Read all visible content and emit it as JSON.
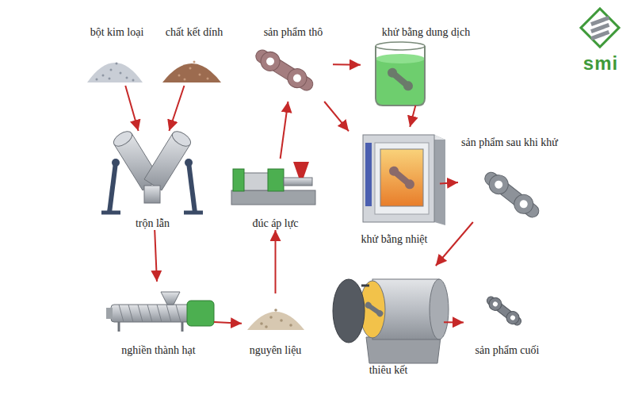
{
  "diagram": {
    "nodes": [
      {
        "text": [
          "bột kim loại"
        ]
      },
      {
        "text": [
          "chất kết dính"
        ]
      },
      {
        "text": [
          "trộn lẫn"
        ]
      },
      {
        "text": [
          "nghiền thành hạt"
        ]
      },
      {
        "text": [
          "nguyên liệu"
        ]
      },
      {
        "text": [
          "đúc áp lực"
        ]
      },
      {
        "text": [
          "sản phẩm thô"
        ]
      },
      {
        "text": [
          "khử bằng dung dịch"
        ]
      },
      {
        "text": [
          "khử bằng nhiệt"
        ]
      },
      {
        "text": [
          "sản phẩm sau khi khử"
        ]
      },
      {
        "text": [
          "thiêu kết"
        ]
      },
      {
        "text": [
          "sản phẩm cuối"
        ]
      }
    ],
    "edges": [
      {
        "from": 0,
        "to": 2,
        "arrow": "to"
      },
      {
        "from": 1,
        "to": 2,
        "arrow": "to"
      },
      {
        "from": 2,
        "to": 3,
        "arrow": "to"
      },
      {
        "from": 3,
        "to": 4,
        "arrow": "to"
      },
      {
        "from": 4,
        "to": 5,
        "arrow": "to"
      },
      {
        "from": 5,
        "to": 6,
        "arrow": "to"
      },
      {
        "from": 6,
        "to": 7,
        "arrow": "to"
      },
      {
        "from": 6,
        "to": 8,
        "arrow": "to"
      },
      {
        "from": 7,
        "to": 8,
        "arrow": "to"
      },
      {
        "from": 8,
        "to": 9,
        "arrow": "to"
      },
      {
        "from": 9,
        "to": 10,
        "arrow": "to"
      },
      {
        "from": 10,
        "to": 11,
        "arrow": "to"
      }
    ],
    "labels": [
      "smi"
    ]
  }
}
